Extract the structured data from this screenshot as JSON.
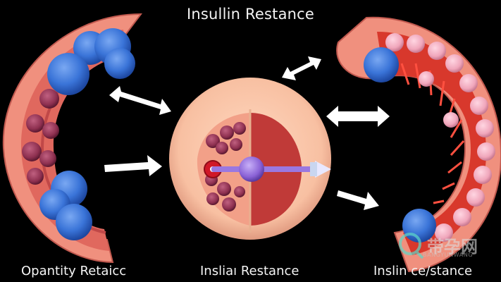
{
  "title": "Insullin Restance",
  "captions": {
    "left": "Opantity Retaicc",
    "middle": "Insliaı Restance",
    "right": "Inslin ce/stance"
  },
  "watermark": {
    "text": "带孕网",
    "subtext": "BANGYUNWANG"
  },
  "colors": {
    "background": "#000000",
    "tissue_outer": "#f0907e",
    "tissue_wall": "#e0685e",
    "fat_cell_blue": "#3a74d8",
    "cell_purple": "#8e3050",
    "pink_cell": "#f0a6bb",
    "receptor": "#8a62d6",
    "arrow": "#ffffff"
  }
}
